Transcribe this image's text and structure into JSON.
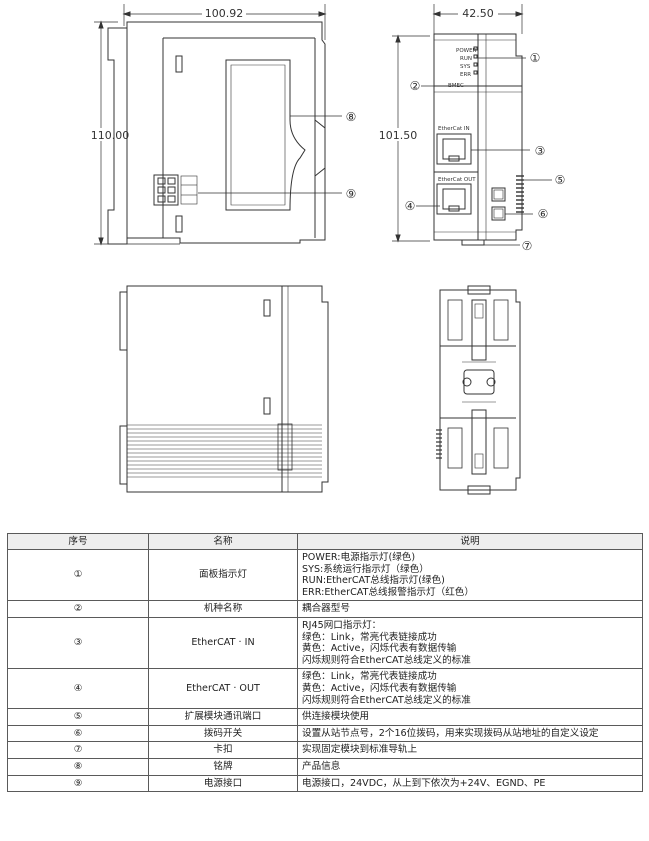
{
  "dimensions": {
    "width_label": "100.92",
    "height_label": "110.00",
    "front_width_label": "42.50",
    "front_height_label": "101.50"
  },
  "front_labels": {
    "power": "POWER",
    "run": "RUN",
    "sys": "SYS",
    "err": "ERR",
    "model": "BMEC",
    "ecat_in": "EtherCat IN",
    "ecat_out": "EtherCat OUT"
  },
  "callouts": [
    "①",
    "②",
    "③",
    "④",
    "⑤",
    "⑥",
    "⑦",
    "⑧",
    "⑨"
  ],
  "table": {
    "headers": [
      "序号",
      "名称",
      "说明"
    ],
    "rows": [
      {
        "no": "①",
        "name": "面板指示灯",
        "desc": [
          "POWER:电源指示灯(绿色)",
          "SYS:系统运行指示灯（绿色）",
          "RUN:EtherCAT总线指示灯(绿色)",
          "ERR:EtherCAT总线报警指示灯（红色）"
        ]
      },
      {
        "no": "②",
        "name": "机种名称",
        "desc": [
          "耦合器型号"
        ]
      },
      {
        "no": "③",
        "name": "EtherCAT · IN",
        "desc": [
          "RJ45网口指示灯：",
          "绿色：Link，常亮代表链接成功",
          "黄色：Active，闪烁代表有数据传输",
          "闪烁规则符合EtherCAT总线定义的标准"
        ]
      },
      {
        "no": "④",
        "name": "EtherCAT · OUT",
        "desc": [
          "绿色：Link，常亮代表链接成功",
          "黄色：Active，闪烁代表有数据传输",
          "闪烁规则符合EtherCAT总线定义的标准"
        ]
      },
      {
        "no": "⑤",
        "name": "扩展模块通讯端口",
        "desc": [
          "供连接模块使用"
        ]
      },
      {
        "no": "⑥",
        "name": "拨码开关",
        "desc": [
          "设置从站节点号，2个16位拨码，用来实现拨码从站地址的自定义设定"
        ]
      },
      {
        "no": "⑦",
        "name": "卡扣",
        "desc": [
          "实现固定模块到标准导轨上"
        ]
      },
      {
        "no": "⑧",
        "name": "铭牌",
        "desc": [
          "产品信息"
        ]
      },
      {
        "no": "⑨",
        "name": "电源接口",
        "desc": [
          "电源接口，24VDC，从上到下依次为+24V、EGND、PE"
        ]
      }
    ]
  }
}
